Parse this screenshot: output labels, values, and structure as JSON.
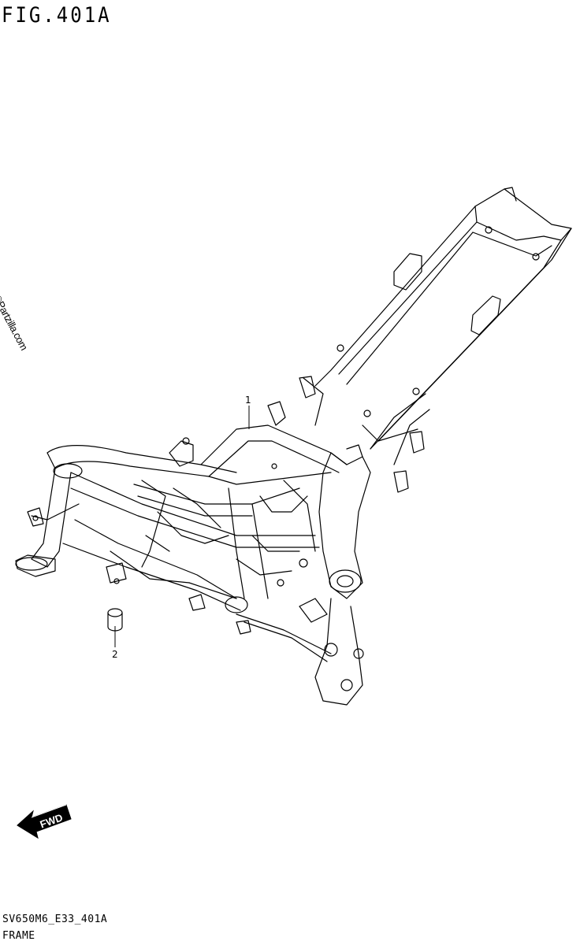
{
  "header": {
    "figure_id": "FIG.401A"
  },
  "watermark": {
    "text": "©Partzilla.com"
  },
  "callouts": [
    {
      "number": "1"
    },
    {
      "number": "2"
    }
  ],
  "direction": {
    "label": "FWD",
    "icon": "forward-arrow-icon"
  },
  "footer": {
    "diagram_code": "SV650M6_E33_401A",
    "section_name": "FRAME"
  }
}
